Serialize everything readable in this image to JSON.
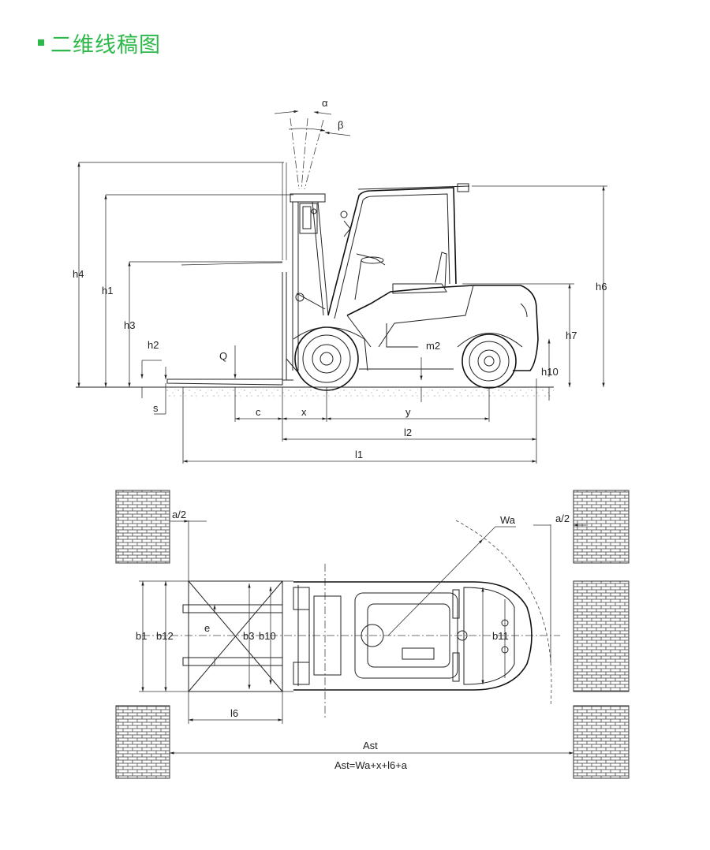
{
  "header": {
    "title": "二维线稿图",
    "accent": "#2db84a"
  },
  "side_view": {
    "angles": {
      "alpha": "α",
      "beta": "β"
    },
    "dims": {
      "h4": "h4",
      "h1": "h1",
      "h3": "h3",
      "h2": "h2",
      "s": "s",
      "Q": "Q",
      "c": "c",
      "x": "x",
      "y": "y",
      "m2": "m2",
      "l2": "l2",
      "l1": "l1",
      "h6": "h6",
      "h7": "h7",
      "h10": "h10"
    }
  },
  "top_view": {
    "dims": {
      "a2_left": "a/2",
      "a2_right": "a/2",
      "Wa": "Wa",
      "b1": "b1",
      "b12": "b12",
      "e": "e",
      "b3": "b3",
      "b10": "b10",
      "b11": "b11",
      "l6": "l6",
      "Ast": "Ast",
      "formula": "Ast=Wa+x+l6+a"
    }
  }
}
